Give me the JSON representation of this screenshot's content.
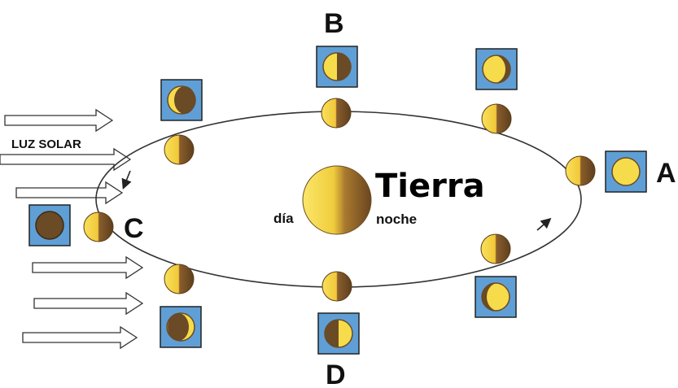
{
  "labels": {
    "a": "A",
    "b": "B",
    "c": "C",
    "d": "D",
    "earth": "Tierra",
    "day": "día",
    "night": "noche",
    "sunlight": "LUZ SOLAR"
  },
  "colors": {
    "moon_lit": "#f6dc4a",
    "moon_dark": "#6b4a26",
    "frame": "#5f9fd6",
    "orbit": "#333333"
  },
  "phases": [
    {
      "position": "A",
      "lit_fraction": 1.0
    },
    {
      "position": "upper-right",
      "lit_fraction": 0.85
    },
    {
      "position": "B",
      "lit_fraction": 0.5
    },
    {
      "position": "upper-left",
      "lit_fraction": 0.2
    },
    {
      "position": "C",
      "lit_fraction": 0.0
    },
    {
      "position": "lower-left",
      "lit_fraction": 0.2
    },
    {
      "position": "D",
      "lit_fraction": 0.5
    },
    {
      "position": "lower-right",
      "lit_fraction": 0.85
    }
  ]
}
